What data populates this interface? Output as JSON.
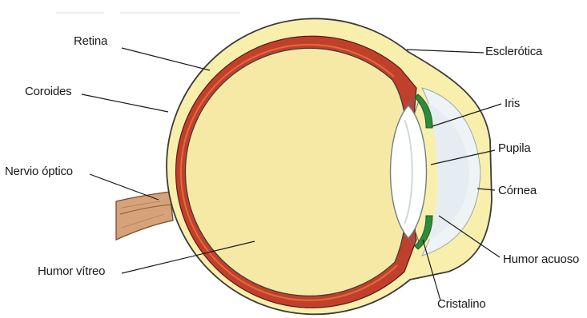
{
  "labels": {
    "retina": "Retina",
    "coroides": "Coroides",
    "nervio_optico": "Nervio óptico",
    "humor_vitreo": "Humor vítreo",
    "esclerotica": "Esclerótica",
    "iris": "Iris",
    "pupila": "Pupila",
    "cornea": "Córnea",
    "humor_acuoso": "Humor acuoso",
    "cristalino": "Cristalino"
  },
  "colors": {
    "vitreous": "#f6e9a6",
    "choroid": "#c0402c",
    "retina_line": "#e36a3c",
    "sclera": "#f8efad",
    "cornea_fill": "#eef3f6",
    "lens": "#ffffff",
    "iris": "#2f8a3c",
    "nerve": "#d6a27a",
    "outline": "#3a3a3a"
  }
}
